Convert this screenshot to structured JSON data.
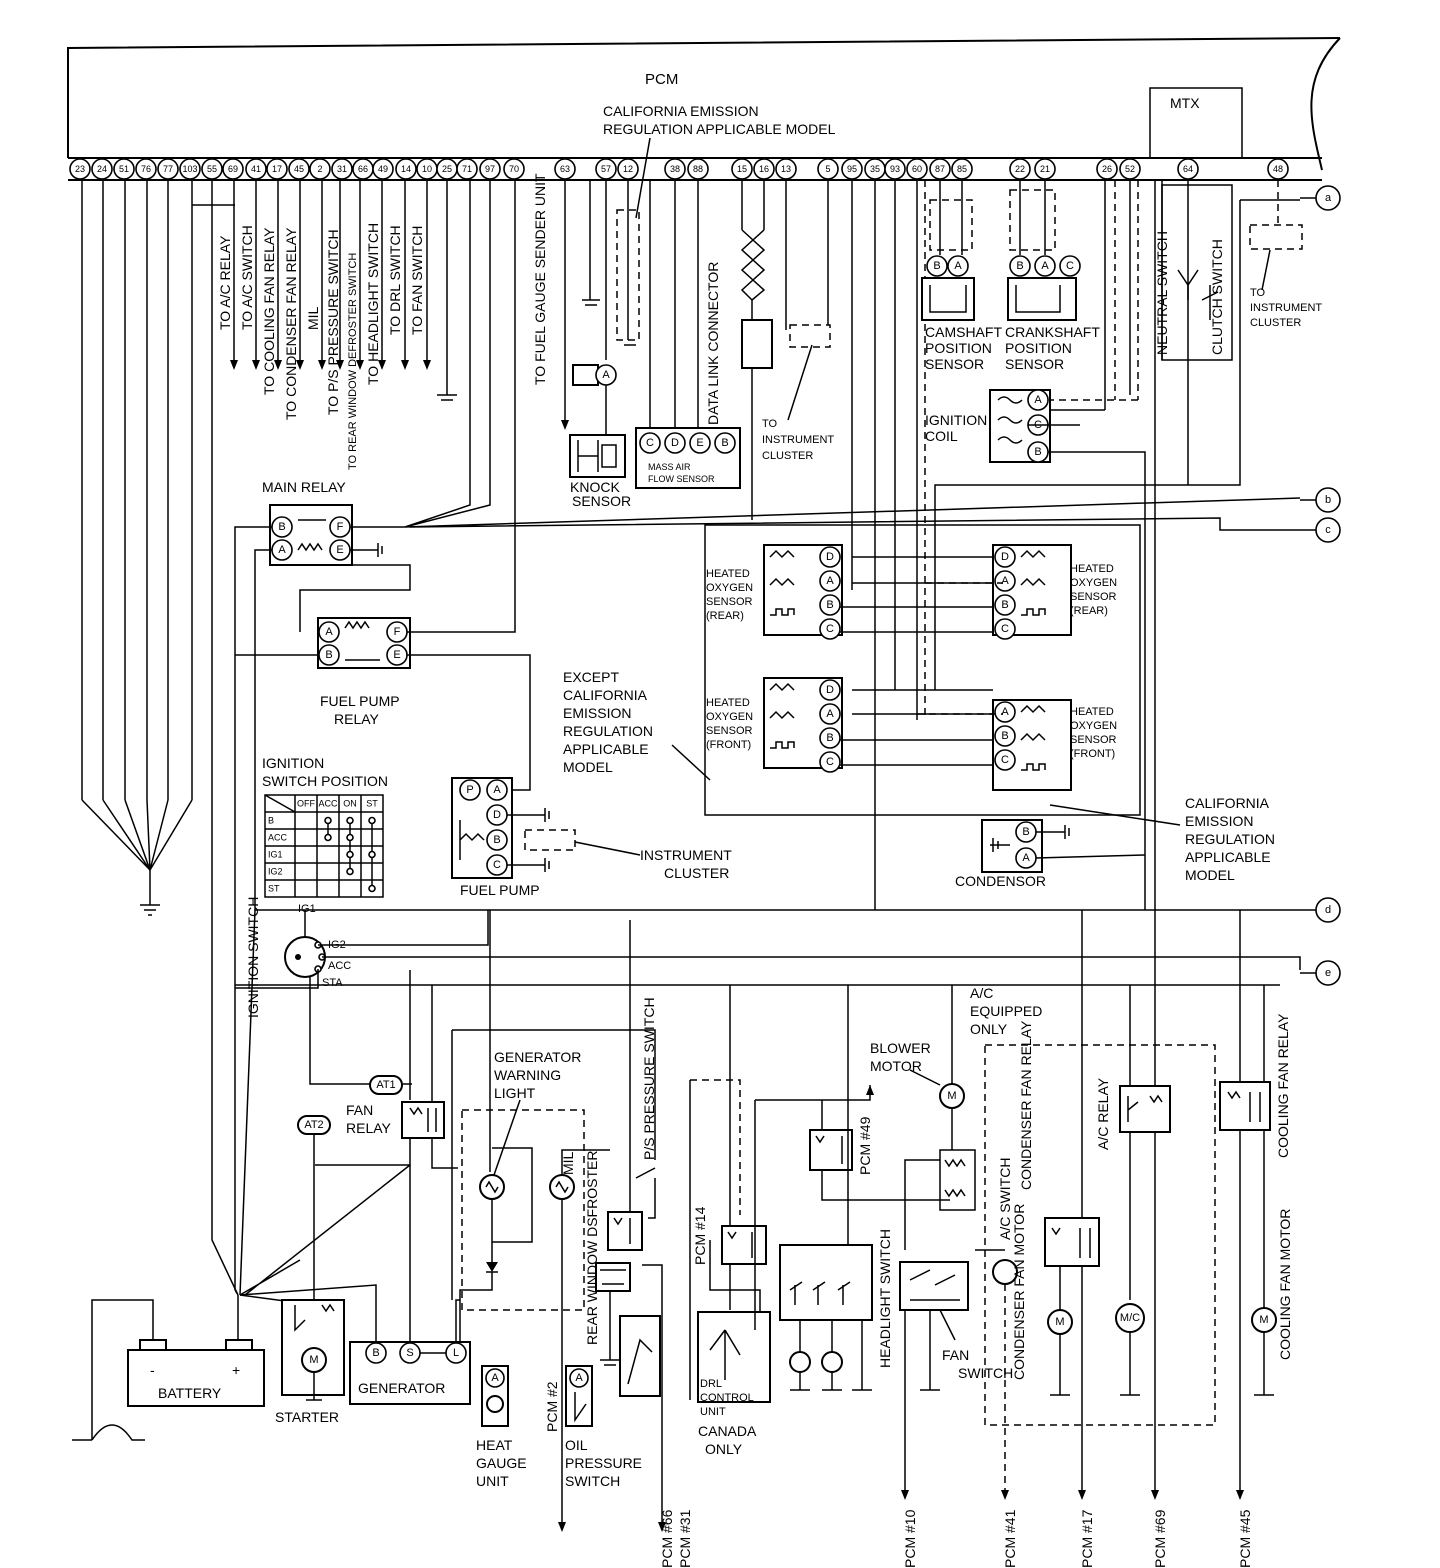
{
  "pcm": {
    "title": "PCM",
    "mtx": "MTX",
    "terminals": [
      "23",
      "24",
      "51",
      "76",
      "77",
      "103",
      "55",
      "69",
      "41",
      "17",
      "45",
      "2",
      "31",
      "66",
      "49",
      "14",
      "10",
      "25",
      "71",
      "97",
      "70",
      "63",
      "57",
      "12",
      "38",
      "88",
      "15",
      "16",
      "13",
      "5",
      "95",
      "35",
      "93",
      "60",
      "87",
      "85",
      "22",
      "21",
      "26",
      "52",
      "64",
      "48"
    ]
  },
  "connectors": [
    "a",
    "b",
    "c",
    "d",
    "e"
  ],
  "vertical_labels": {
    "ac_relay": "TO A/C RELAY",
    "ac_switch": "TO A/C SWITCH",
    "cooling_fan_relay": "TO COOLING FAN RELAY",
    "condenser_fan_relay": "TO CONDENSER FAN RELAY",
    "mil": "MIL",
    "ps_pressure_switch": "TO P/S PRESSURE SWITCH",
    "rear_window_defroster": "TO REAR WINDOW DEFROSTER SWITCH",
    "headlight_switch": "TO HEADLIGHT SWITCH",
    "drl_switch": "TO DRL SWITCH",
    "fan_switch": "TO FAN SWITCH",
    "fuel_gauge": "TO FUEL GAUGE SENDER UNIT",
    "data_link": "DATA LINK CONNECTOR",
    "neutral_switch": "NEUTRAL SWITCH",
    "clutch_switch": "CLUTCH SWITCH",
    "ignition_switch": "IGNITION SWITCH",
    "generator_warning": "GENERATOR WARNING LIGHT",
    "mil_lamp": "MIL",
    "rear_window_dsfroster": "REAR WINDOW DSFROSTER",
    "ps_pressure": "P/S PRESSURE SWITCH",
    "pcm14": "PCM #14",
    "pcm49": "PCM #49",
    "pcm2": "PCM #2",
    "pcm66": "PCM #66",
    "pcm31": "PCM #31",
    "headlight": "HEADLIGHT SWITCH",
    "ac_switch_b": "A/C SWITCH",
    "condenser_fan_relay_b": "CONDENSER FAN RELAY",
    "condenser_fan_motor": "CONDENSER FAN MOTOR",
    "ac_relay_b": "A/C RELAY",
    "cooling_fan_relay_b": "COOLING FAN RELAY",
    "cooling_fan_motor": "COOLING FAN MOTOR",
    "pcm10": "PCM #10",
    "pcm41": "PCM #41",
    "pcm17": "PCM #17",
    "pcm69": "PCM #69",
    "pcm45": "PCM #45"
  },
  "labels": {
    "cal_top_1": "CALIFORNIA EMISSION",
    "cal_top_2": "REGULATION APPLICABLE MODEL",
    "to_instrument_1": "TO",
    "to_instrument_2": "INSTRUMENT",
    "to_instrument_3": "CLUSTER",
    "to_ic_1": "TO",
    "to_ic_2": "INSTRUMENT",
    "to_ic_3": "CLUSTER",
    "camshaft_1": "CAMSHAFT",
    "camshaft_2": "POSITION",
    "camshaft_3": "SENSOR",
    "crankshaft_1": "CRANKSHAFT",
    "crankshaft_2": "POSITION",
    "crankshaft_3": "SENSOR",
    "ignition_coil_1": "IGNITION",
    "ignition_coil_2": "COIL",
    "knock_1": "KNOCK",
    "knock_2": "SENSOR",
    "maf_1": "MASS AIR",
    "maf_2": "FLOW SENSOR",
    "main_relay": "MAIN RELAY",
    "fuel_pump_relay_1": "FUEL PUMP",
    "fuel_pump_relay_2": "RELAY",
    "fuel_pump": "FUEL PUMP",
    "instrument_cluster_1": "INSTRUMENT",
    "instrument_cluster_2": "CLUSTER",
    "ho2s_rear_l_1": "HEATED",
    "ho2s_rear_l_2": "OXYGEN",
    "ho2s_rear_l_3": "SENSOR",
    "ho2s_rear_l_4": "(REAR)",
    "ho2s_rear_r_1": "HEATED",
    "ho2s_rear_r_2": "OXYGEN",
    "ho2s_rear_r_3": "SENSOR",
    "ho2s_rear_r_4": "(REAR)",
    "ho2s_front_l_1": "HEATED",
    "ho2s_front_l_2": "OXYGEN",
    "ho2s_front_l_3": "SENSOR",
    "ho2s_front_l_4": "(FRONT)",
    "ho2s_front_r_1": "HEATED",
    "ho2s_front_r_2": "OXYGEN",
    "ho2s_front_r_3": "SENSOR",
    "ho2s_front_r_4": "(FRONT)",
    "except_cal_1": "EXCEPT",
    "except_cal_2": "CALIFORNIA",
    "except_cal_3": "EMISSION",
    "except_cal_4": "REGULATION",
    "except_cal_5": "APPLICABLE",
    "except_cal_6": "MODEL",
    "cal_right_1": "CALIFORNIA",
    "cal_right_2": "EMISSION",
    "cal_right_3": "REGULATION",
    "cal_right_4": "APPLICABLE",
    "cal_right_5": "MODEL",
    "condensor": "CONDENSOR",
    "isp_1": "IGNITION",
    "isp_2": "SWITCH POSITION",
    "ig1": "IG1",
    "ig2": "IG2",
    "acc": "ACC",
    "sta": "STA",
    "at1": "AT1",
    "at2": "AT2",
    "fan_relay_1": "FAN",
    "fan_relay_2": "RELAY",
    "ac_equipped_1": "A/C",
    "ac_equipped_2": "EQUIPPED",
    "ac_equipped_3": "ONLY",
    "blower_1": "BLOWER",
    "blower_2": "MOTOR",
    "battery": "BATTERY",
    "starter": "STARTER",
    "generator": "GENERATOR",
    "heat_gauge_1": "HEAT",
    "heat_gauge_2": "GAUGE",
    "heat_gauge_3": "UNIT",
    "oil_1": "OIL",
    "oil_2": "PRESSURE",
    "oil_3": "SWITCH",
    "drl_1": "DRL",
    "drl_2": "CONTROL",
    "drl_3": "UNIT",
    "canada_1": "CANADA",
    "canada_2": "ONLY",
    "fan_sw_1": "FAN",
    "fan_sw_2": "SWITCH",
    "generator_warning_1": "GENERATOR",
    "generator_warning_2": "WARNING",
    "generator_warning_3": "LIGHT"
  },
  "switch_table": {
    "headers": [
      "OFF",
      "ACC",
      "ON",
      "ST"
    ],
    "rows": [
      "B",
      "ACC",
      "IG1",
      "IG2",
      "ST"
    ]
  }
}
